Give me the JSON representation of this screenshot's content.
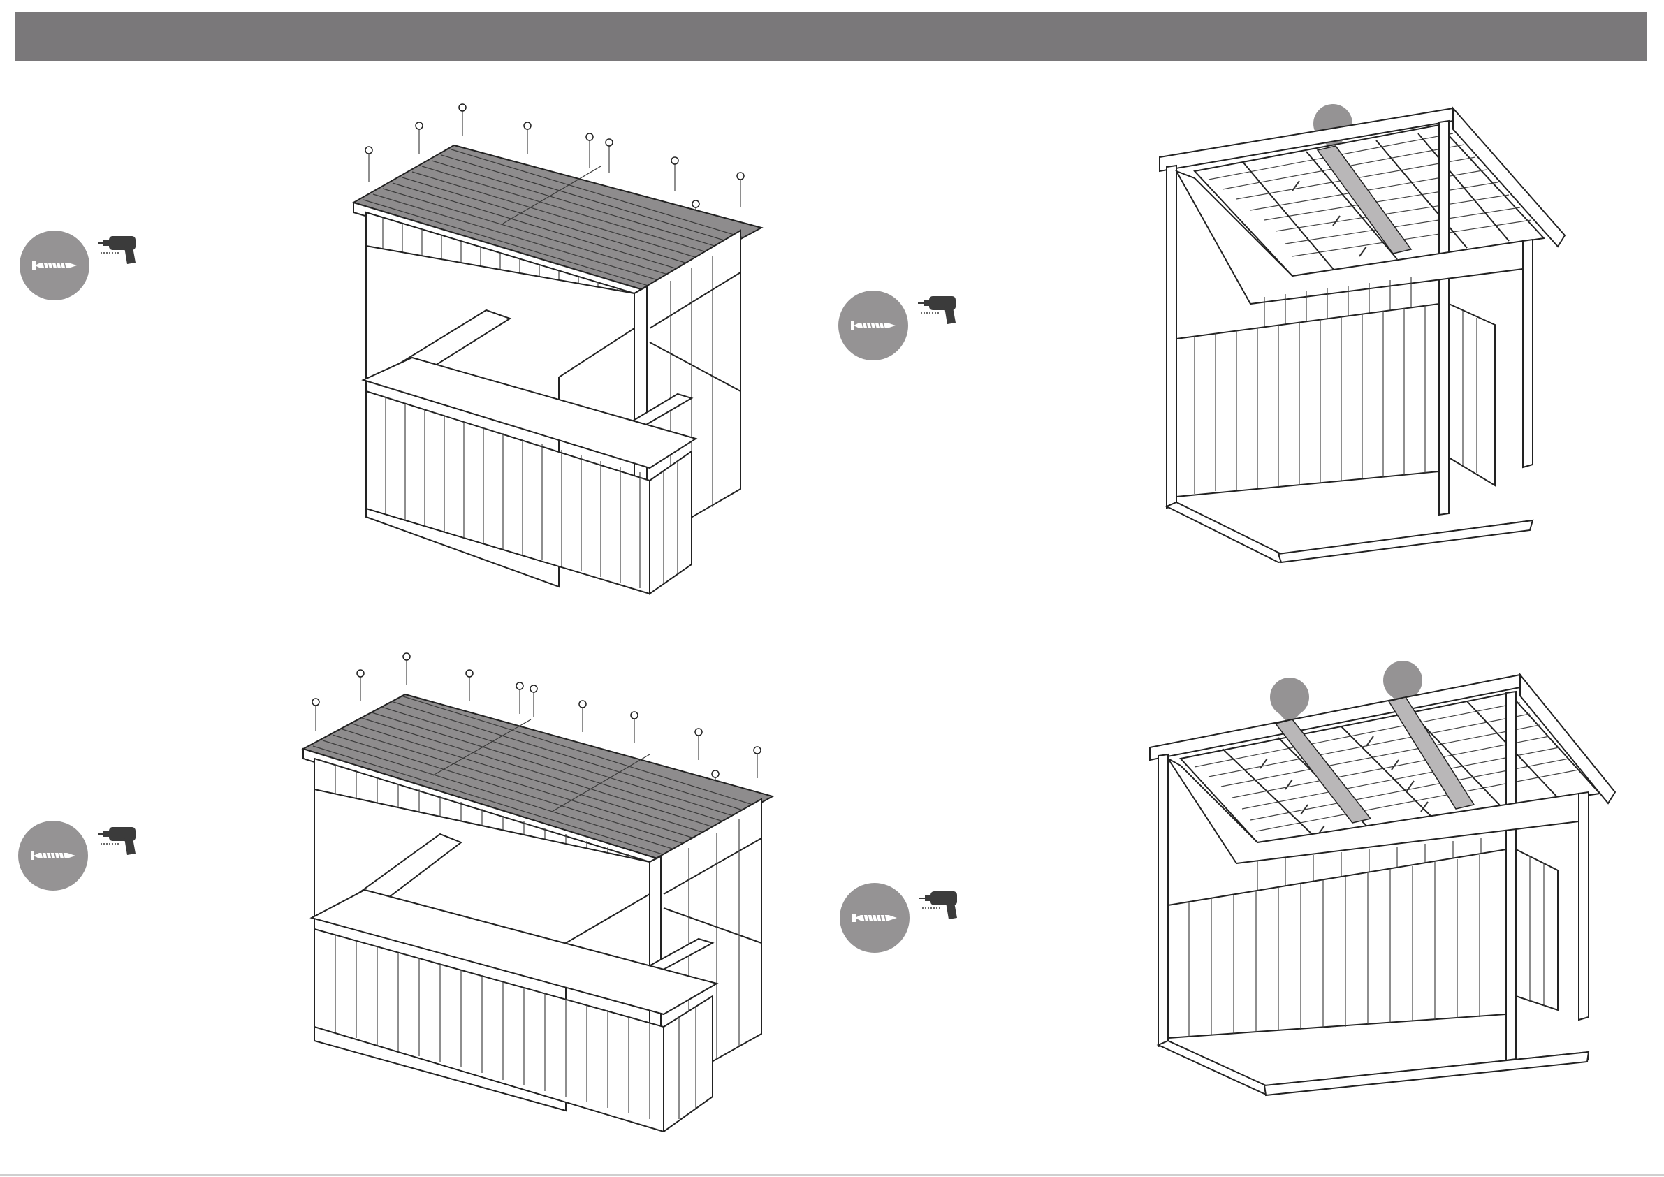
{
  "header": {
    "color": "#7a787a"
  },
  "steps": [
    {
      "id": "step-a",
      "tool_icons": [
        "screw-icon",
        "drill-icon"
      ],
      "illustration": "bar-kiosk-roof-screws-small"
    },
    {
      "id": "step-b",
      "tool_icons": [
        "screw-icon",
        "drill-icon"
      ],
      "illustration": "kiosk-roof-rafter-screws-small"
    },
    {
      "id": "step-c",
      "tool_icons": [
        "screw-icon",
        "drill-icon"
      ],
      "illustration": "bar-kiosk-roof-screws-large"
    },
    {
      "id": "step-d",
      "tool_icons": [
        "screw-icon",
        "drill-icon"
      ],
      "illustration": "kiosk-roof-rafter-screws-large"
    }
  ],
  "colors": {
    "badge": "#959394",
    "roof": "#8e8c8d",
    "line": "#222222"
  }
}
